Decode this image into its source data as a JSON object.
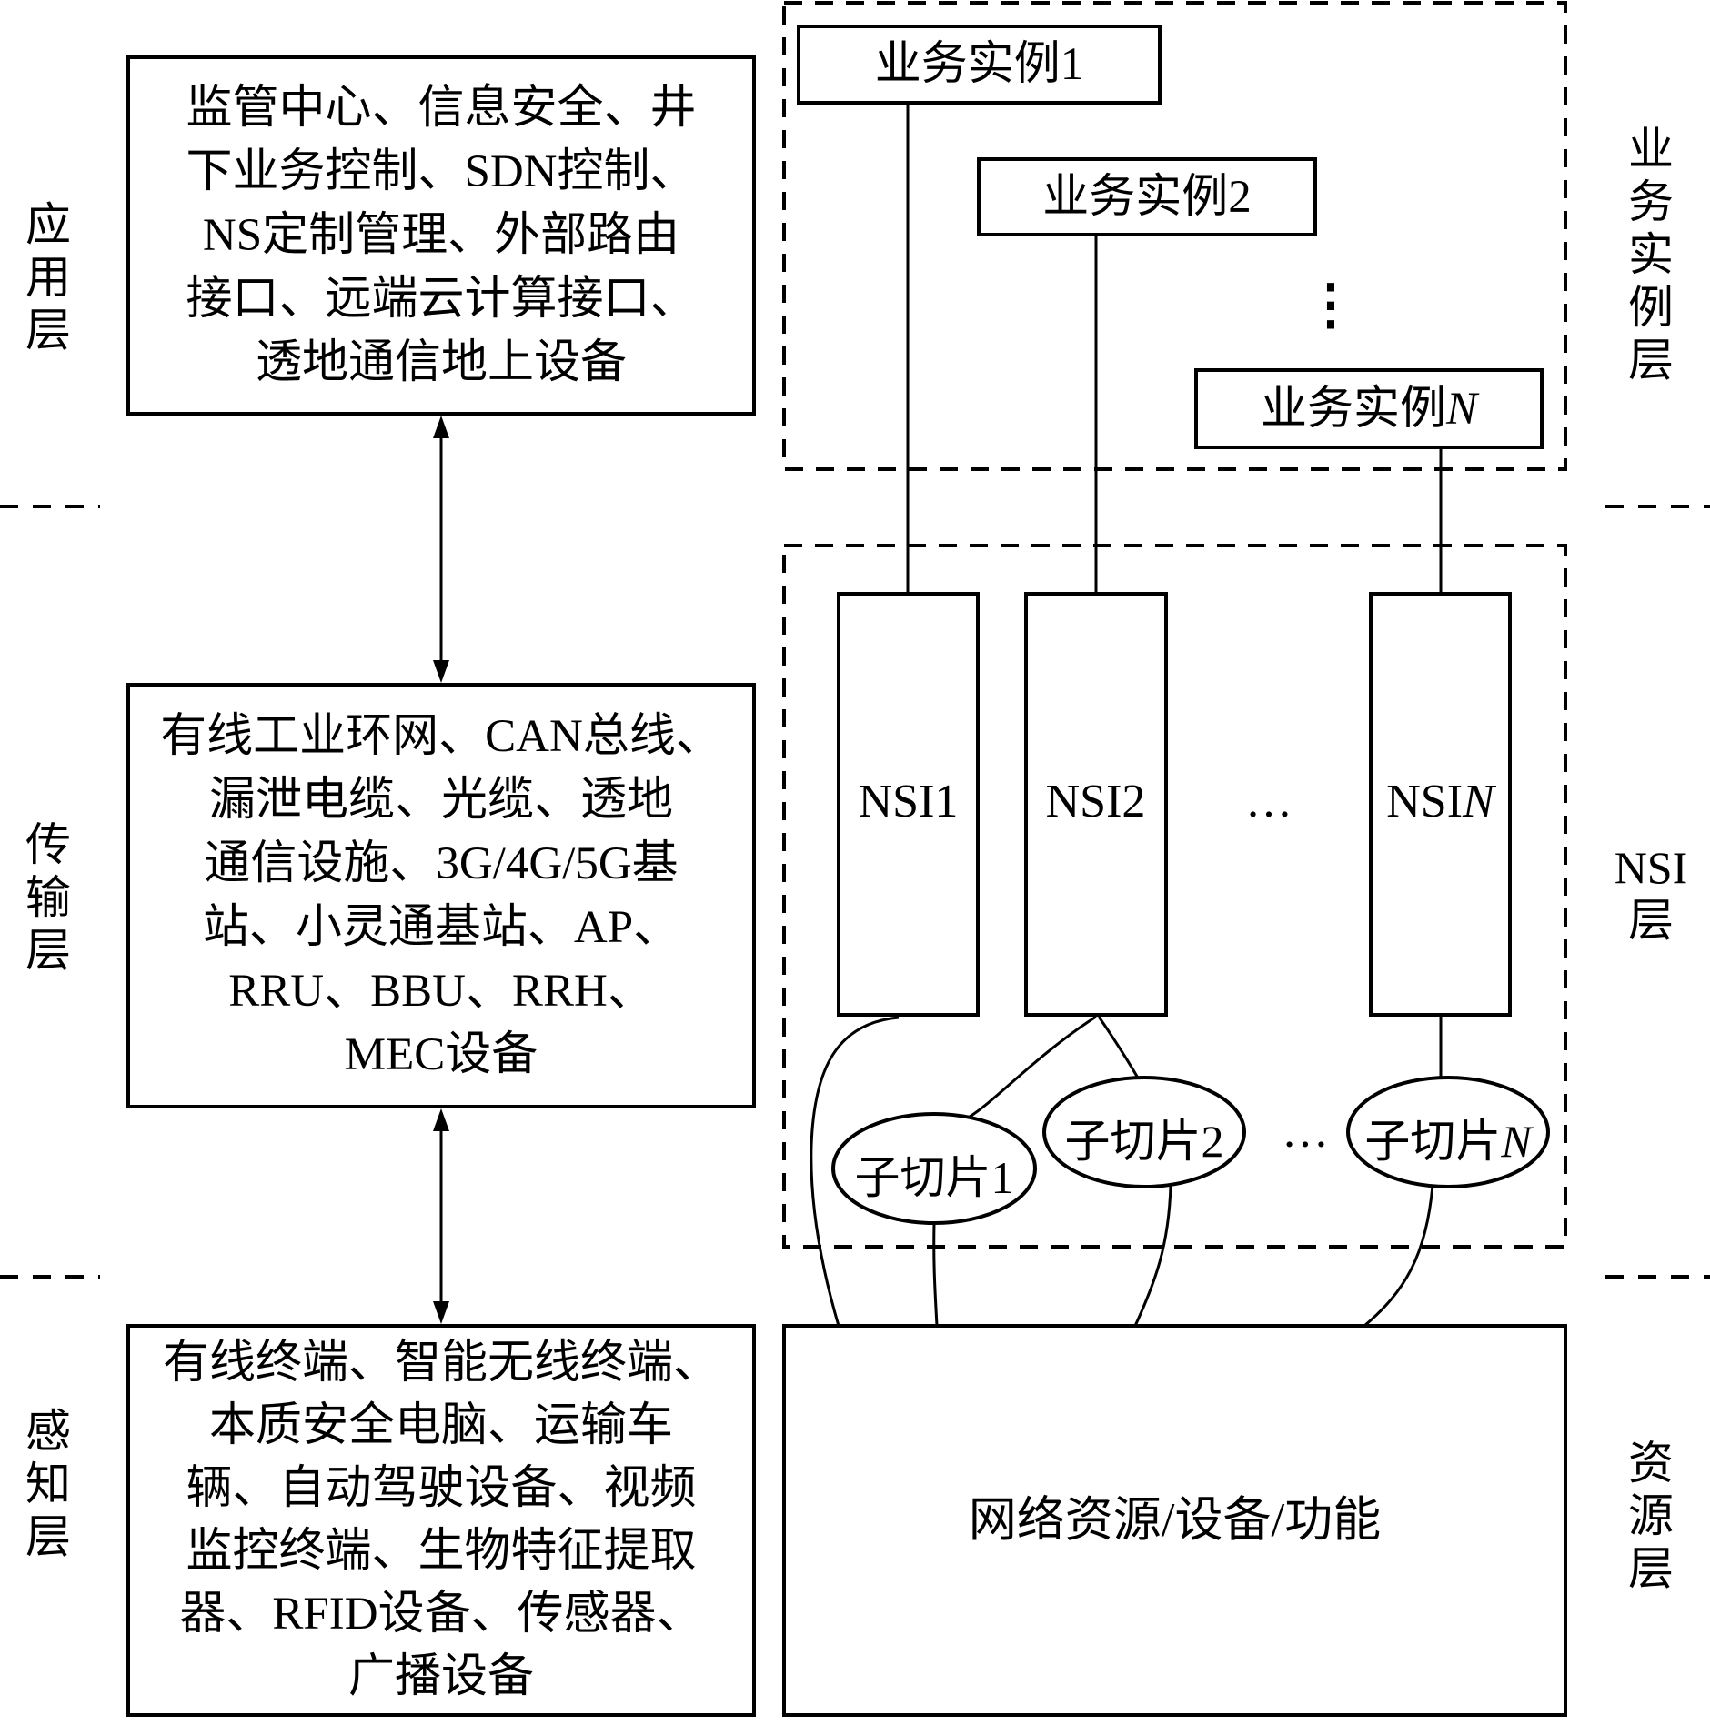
{
  "layers_left": {
    "application": [
      "应",
      "用",
      "层"
    ],
    "transport": [
      "传",
      "输",
      "层"
    ],
    "perception": [
      "感",
      "知",
      "层"
    ]
  },
  "layers_right": {
    "service_instance": [
      "业",
      "务",
      "实",
      "例",
      "层"
    ],
    "nsi": [
      "NSI",
      "层"
    ],
    "resource": [
      "资",
      "源",
      "层"
    ]
  },
  "application_box": {
    "lines": [
      "监管中心、信息安全、井",
      "下业务控制、SDN控制、",
      "NS定制管理、外部路由",
      "接口、远端云计算接口、",
      "透地通信地上设备"
    ]
  },
  "transport_box": {
    "lines": [
      "有线工业环网、CAN总线、",
      "漏泄电缆、光缆、透地",
      "通信设施、3G/4G/5G基",
      "站、小灵通基站、AP、",
      "RRU、BBU、RRH、",
      "MEC设备"
    ]
  },
  "perception_box": {
    "lines": [
      "有线终端、智能无线终端、",
      "本质安全电脑、运输车",
      "辆、自动驾驶设备、视频",
      "监控终端、生物特征提取",
      "器、RFID设备、传感器、",
      "广播设备"
    ]
  },
  "service_instances": [
    {
      "prefix": "业务实例",
      "suffix": "1",
      "italic": false
    },
    {
      "prefix": "业务实例",
      "suffix": "2",
      "italic": false
    },
    {
      "prefix": "业务实例",
      "suffix": "N",
      "italic": true
    }
  ],
  "service_ellipsis": "⋮",
  "nsi_boxes": [
    {
      "prefix": "NSI",
      "suffix": "1",
      "italic": false
    },
    {
      "prefix": "NSI",
      "suffix": "2",
      "italic": false
    },
    {
      "prefix": "NSI",
      "suffix": "N",
      "italic": true
    }
  ],
  "nsi_ellipsis": "…",
  "sub_slices": [
    {
      "prefix": "子切片",
      "suffix": "1",
      "italic": false
    },
    {
      "prefix": "子切片",
      "suffix": "2",
      "italic": false
    },
    {
      "prefix": "子切片",
      "suffix": "N",
      "italic": true
    }
  ],
  "slice_ellipsis": "…",
  "resource_box": {
    "text": "网络资源/设备/功能"
  }
}
